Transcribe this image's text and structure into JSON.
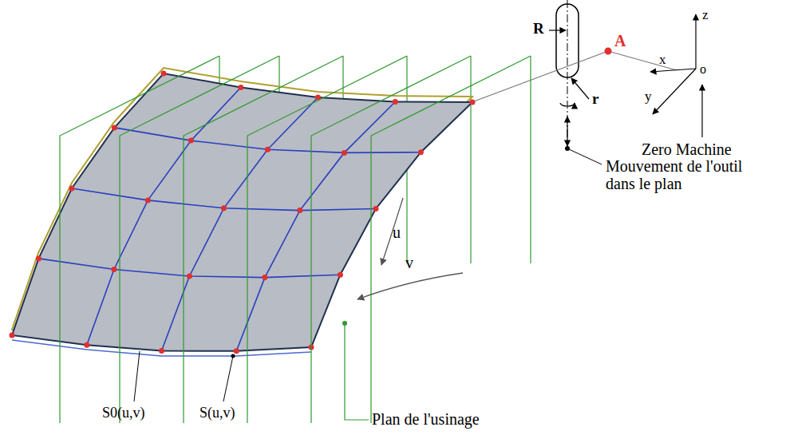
{
  "diagram": {
    "labels": [
      "R",
      "A",
      "r",
      "z",
      "x",
      "y",
      "o",
      "Zero Machine",
      "Mouvement de l'outil dans le plan",
      "u",
      "v",
      "S0(u,v)",
      "S(u,v)",
      "Plan de l'usinage"
    ]
  }
}
